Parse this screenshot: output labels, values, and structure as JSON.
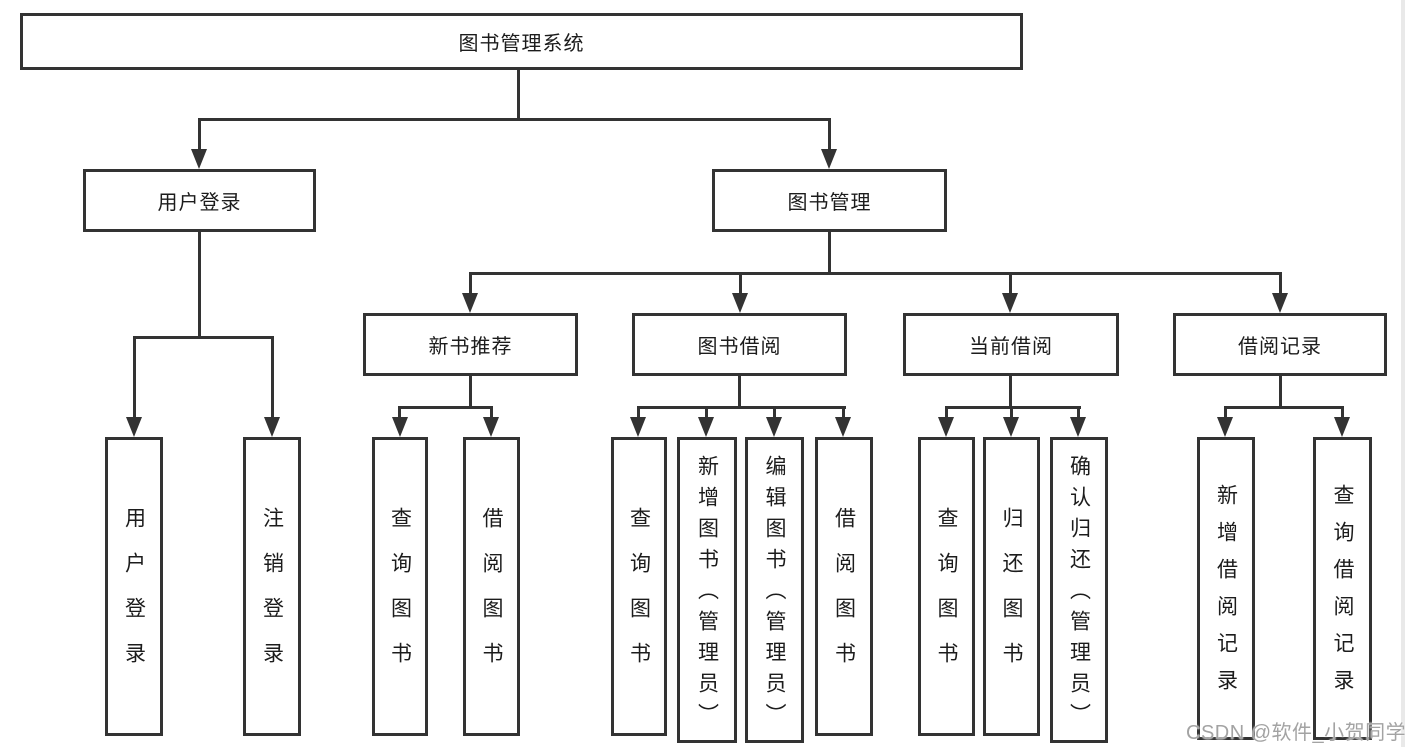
{
  "diagram": {
    "root": "图书管理系统",
    "branches": {
      "user_login": "用户登录",
      "book_mgmt": "图书管理"
    },
    "modules": {
      "new_book": "新书推荐",
      "book_borrow": "图书借阅",
      "current_borrow": "当前借阅",
      "borrow_record": "借阅记录"
    },
    "leaves": {
      "login": "用户登录",
      "logout": "注销登录",
      "nb_query": "查询图书",
      "nb_borrow": "借阅图书",
      "bb_query": "查询图书",
      "bb_add": "新增图书（管理员）",
      "bb_edit": "编辑图书（管理员）",
      "bb_borrow": "借阅图书",
      "cb_query": "查询图书",
      "cb_return": "归还图书",
      "cb_confirm": "确认归还（管理员）",
      "br_add": "新增借阅记录",
      "br_query": "查询借阅记录"
    }
  },
  "watermark": "CSDN @软件_小贺同学",
  "colors": {
    "line": "#333333",
    "text": "#1c1c1c",
    "watermark": "#a3a3a3"
  }
}
